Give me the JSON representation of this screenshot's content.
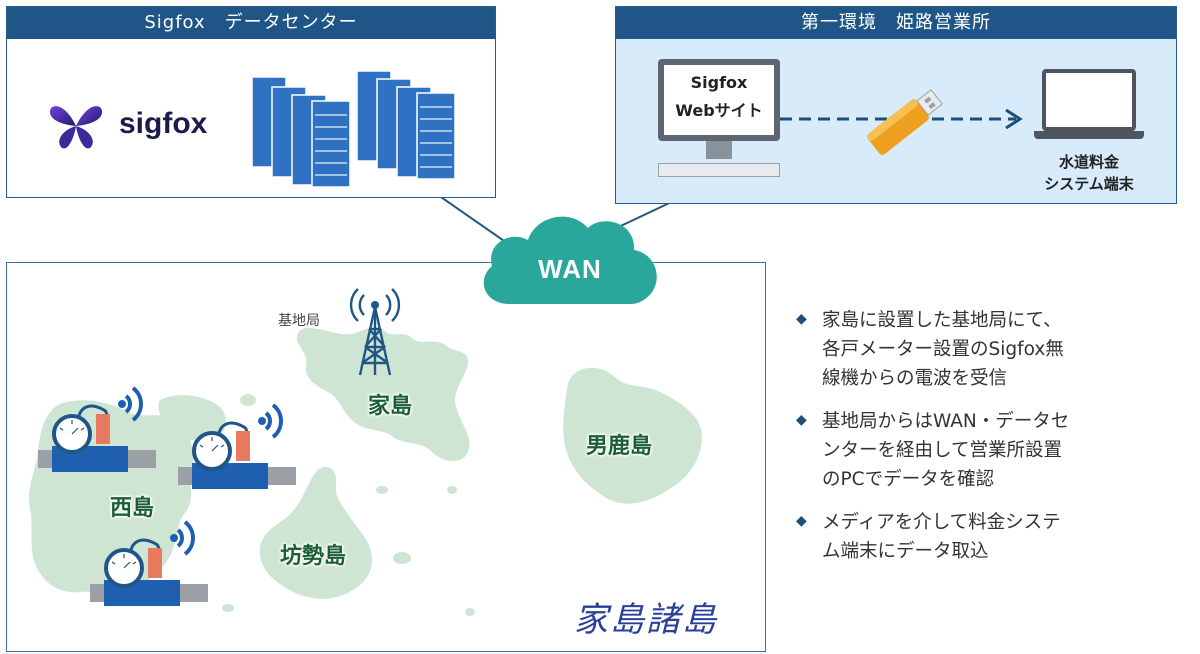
{
  "datacenter": {
    "title": "Sigfox　データセンター",
    "logo_text": "sigfox"
  },
  "office": {
    "title": "第一環境　姫路営業所",
    "monitor_line1": "Sigfox",
    "monitor_line2": "Webサイト",
    "terminal_line1": "水道料金",
    "terminal_line2": "システム端末"
  },
  "wan": {
    "label": "WAN"
  },
  "base_station": {
    "label": "基地局"
  },
  "islands": {
    "ieshima": "家島",
    "nishijima": "西島",
    "boseshima": "坊勢島",
    "tanganjima": "男鹿島",
    "archipelago": "家島諸島"
  },
  "bullets": [
    {
      "line1": "家島に設置した基地局にて、",
      "line2": "各戸メーター設置のSigfox無",
      "line3": "線機からの電波を受信"
    },
    {
      "line1": "基地局からはWAN・データセ",
      "line2": "ンターを経由して営業所設置",
      "line3": "のPCでデータを確認"
    },
    {
      "line1": "メディアを介して料金システ",
      "line2": "ム端末にデータ取込",
      "line3": ""
    }
  ],
  "colors": {
    "header_bg": "#1f5687",
    "office_bg": "#d7ebfb",
    "island": "#cfe5d3",
    "cloud": "#2aa79b",
    "server": "#2f72c4",
    "usb": "#f0a020",
    "bullet_marker": "#1f4e79",
    "archipelago_text": "#2a3f9a"
  }
}
